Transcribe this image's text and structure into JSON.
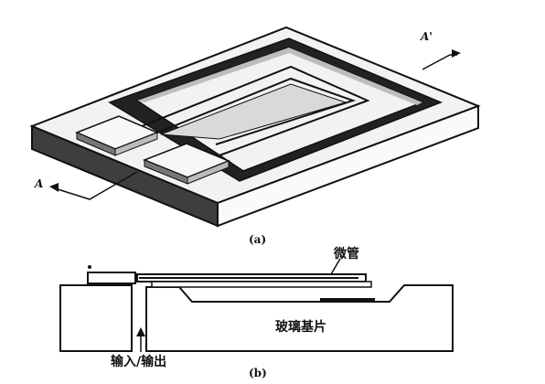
{
  "figure_a": {
    "caption": "(a)",
    "section_label_left": "A",
    "section_label_right": "A'"
  },
  "figure_b": {
    "caption": "(b)",
    "label_microtube": "微管",
    "label_glass_substrate": "玻璃基片",
    "label_io": "输入/输出"
  }
}
